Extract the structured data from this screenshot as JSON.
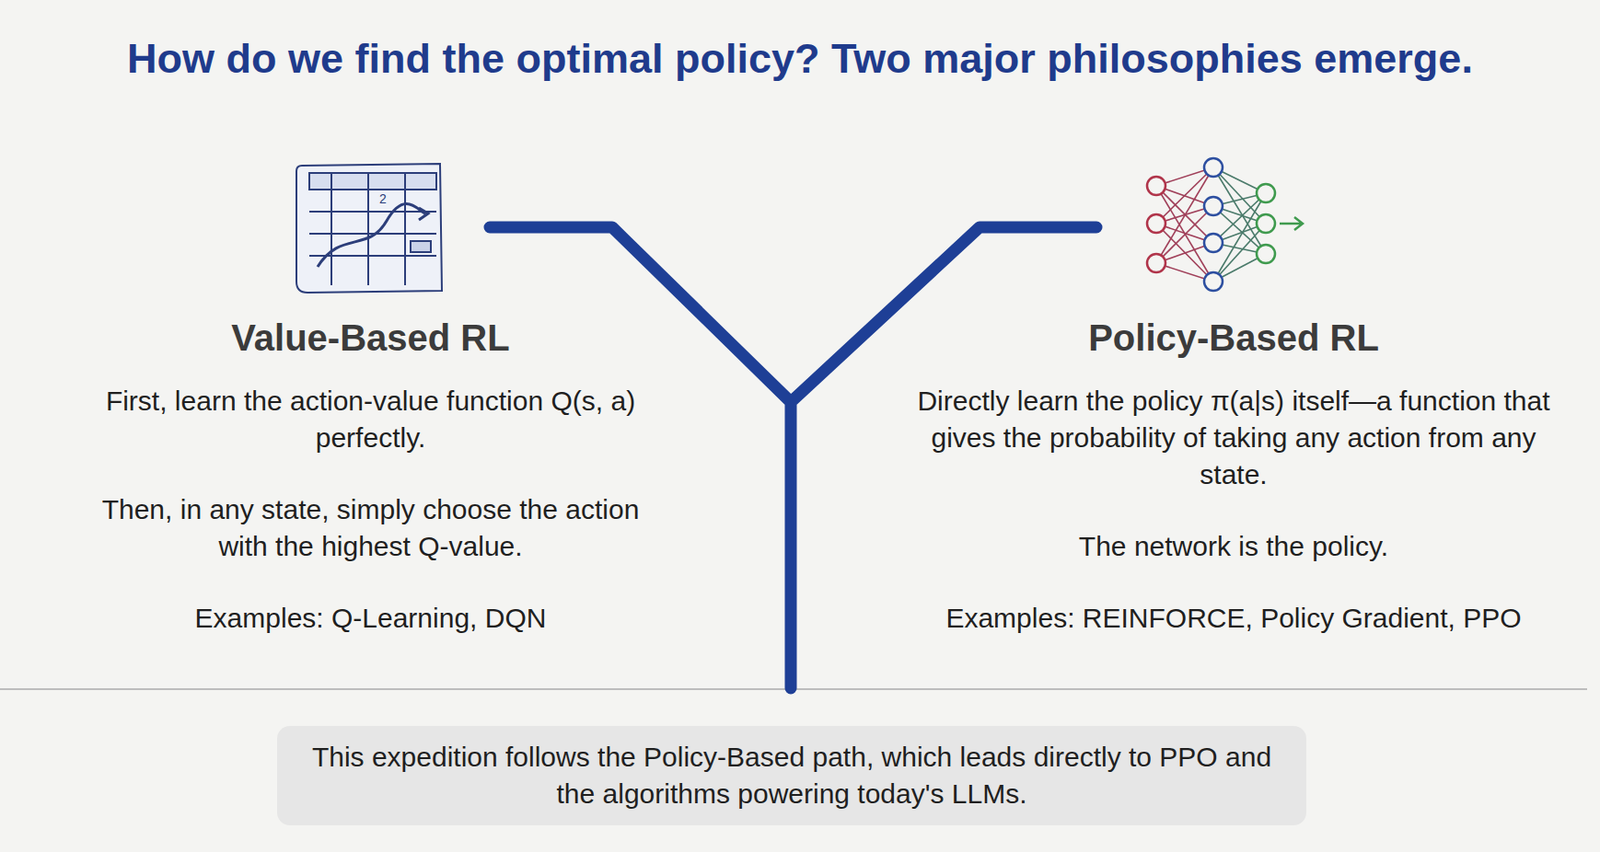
{
  "diagram": {
    "title": "How do we find the optimal policy? Two major philosophies emerge.",
    "nodes": [
      {
        "text": [
          "Value-Based RL",
          "First, learn the action-value function Q(s, a) perfectly.",
          "Then, in any state, simply choose the action with the highest Q-value.",
          "Examples: Q-Learning, DQN"
        ]
      },
      {
        "text": [
          "Policy-Based RL",
          "Directly learn the policy π(a|s) itself—a function that gives the probability of taking any action from any state.",
          "The network is the policy.",
          "Examples: REINFORCE, Policy Gradient, PPO"
        ]
      },
      {
        "text": [
          "This expedition follows the Policy-Based path, which leads directly to PPO and the algorithms powering today's LLMs."
        ]
      }
    ],
    "labels": [
      "2"
    ]
  }
}
